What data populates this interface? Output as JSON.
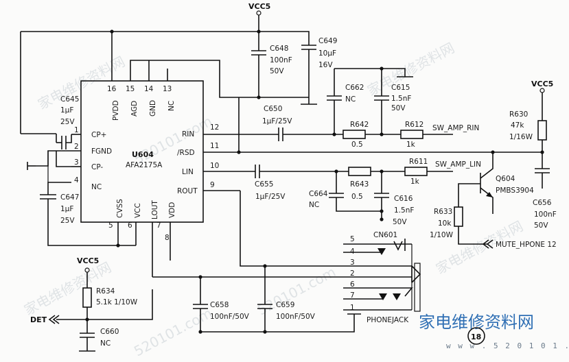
{
  "power": {
    "vcc_top": "VCC5",
    "vcc_right": "VCC5",
    "vcc_left": "VCC5"
  },
  "ic": {
    "ref": "U604",
    "part": "AFA2175A",
    "pins_top": [
      {
        "num": "16",
        "name": "PVDD"
      },
      {
        "num": "15",
        "name": "AGD"
      },
      {
        "num": "14",
        "name": "GND"
      },
      {
        "num": "13",
        "name": "NC"
      }
    ],
    "pins_left": [
      {
        "num": "1",
        "name": "CP+"
      },
      {
        "num": "2",
        "name": "FGND"
      },
      {
        "num": "3",
        "name": "CP-"
      },
      {
        "num": "4",
        "name": "NC"
      }
    ],
    "pins_right": [
      {
        "num": "12",
        "name": "RIN"
      },
      {
        "num": "11",
        "name": "/RSD"
      },
      {
        "num": "10",
        "name": "LIN"
      },
      {
        "num": "9",
        "name": "ROUT"
      }
    ],
    "pins_bottom": [
      {
        "num": "5",
        "name": "CVSS"
      },
      {
        "num": "6",
        "name": "VCC"
      },
      {
        "num": "7",
        "name": "LOUT"
      },
      {
        "num": "8",
        "name": "VDD"
      }
    ]
  },
  "components": {
    "c648": {
      "ref": "C648",
      "value": "100nF",
      "rating": "50V"
    },
    "c649": {
      "ref": "C649",
      "value": "10μF",
      "rating": "16V"
    },
    "c645": {
      "ref": "C645",
      "value": "1μF",
      "rating": "25V"
    },
    "c647": {
      "ref": "C647",
      "value": "1μF",
      "rating": "25V"
    },
    "c662": {
      "ref": "C662",
      "value": "NC"
    },
    "c615": {
      "ref": "C615",
      "value": "1.5nF",
      "rating": "50V"
    },
    "c650": {
      "ref": "C650",
      "value": "1μF/25V"
    },
    "r642": {
      "ref": "R642",
      "value": "0.5"
    },
    "r612": {
      "ref": "R612",
      "value": "1k"
    },
    "c655": {
      "ref": "C655",
      "value": "1μF/25V"
    },
    "c664": {
      "ref": "C664",
      "value": "NC"
    },
    "r643": {
      "ref": "R643",
      "value": "0.5"
    },
    "c616": {
      "ref": "C616",
      "value": "1.5nF",
      "rating": "50V"
    },
    "r611": {
      "ref": "R611",
      "value": "1k"
    },
    "r630": {
      "ref": "R630",
      "value": "47k",
      "rating": "1/16W"
    },
    "c656": {
      "ref": "C656",
      "value": "100nF",
      "rating": "50V"
    },
    "q604": {
      "ref": "Q604",
      "part": "PMBS3904"
    },
    "r633": {
      "ref": "R633",
      "value": "10k",
      "rating": "1/10W"
    },
    "r634": {
      "ref": "R634",
      "value": "5.1k 1/10W"
    },
    "c660": {
      "ref": "C660",
      "value": "NC"
    },
    "c658": {
      "ref": "C658",
      "value": "100nF/50V"
    },
    "c659": {
      "ref": "C659",
      "value": "100nF/50V"
    }
  },
  "nets": {
    "sw_amp_rin": "SW_AMP_RIN",
    "sw_amp_lin": "SW_AMP_LIN",
    "mute": "MUTE_HPONE 12",
    "det": "DET"
  },
  "connector": {
    "ref": "CN601",
    "name": "PHONEJACK",
    "pins": [
      "5",
      "4",
      "3",
      "2",
      "6",
      "7",
      "1"
    ]
  },
  "watermark": {
    "cn": "家电维修资料网",
    "url": "520101.com",
    "logo_cn": "家电维修资料网",
    "logo_url": "w w w . 5 2 0 1 0 1 . c o m"
  },
  "page_number": "18"
}
